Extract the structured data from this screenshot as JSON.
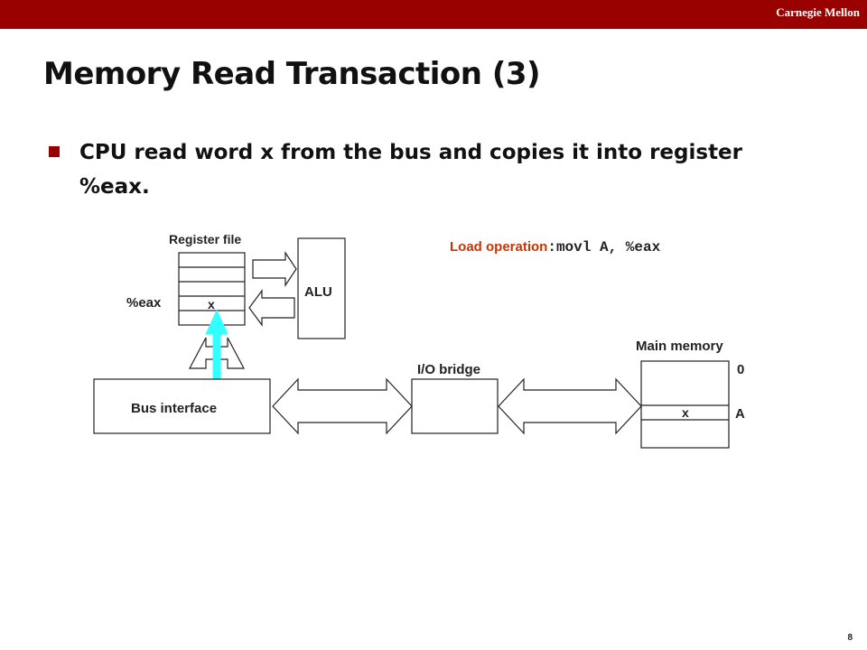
{
  "header": {
    "brand": "Carnegie Mellon"
  },
  "slide": {
    "title": "Memory Read Transaction (3)",
    "bullet": "CPU read word x from the bus and copies it into register %eax.",
    "page_number": "8"
  },
  "diagram": {
    "register_file_label": "Register file",
    "eax_label": "%eax",
    "register_value": "x",
    "alu_label": "ALU",
    "bus_interface_label": "Bus interface",
    "io_bridge_label": "I/O bridge",
    "main_memory_label": "Main memory",
    "memory_value": "x",
    "addr_zero": "0",
    "addr_a": "A",
    "load_operation_label": "Load operation",
    "load_operation_separator": ":",
    "load_operation_code": "movl A, %eax"
  },
  "colors": {
    "header_bar": "#990000",
    "bullet": "#990000",
    "load_label": "#cc3300",
    "data_arrow": "#33ffff"
  }
}
